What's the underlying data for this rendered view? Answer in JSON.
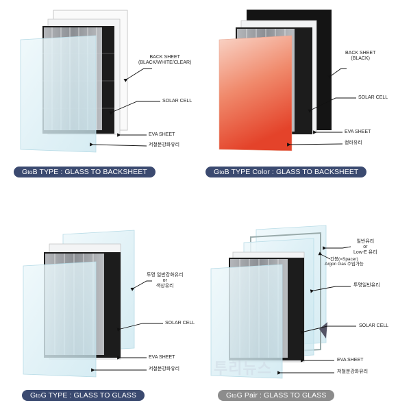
{
  "panels": [
    {
      "id": "gtob",
      "title_prefix": "G",
      "title_small": "to",
      "title_rest": "B TYPE : GLASS TO BACKSHEET",
      "labels": {
        "back_sheet": "BACK SHEET",
        "back_sheet_sub": "(BLACK/WHITE/CLEAR)",
        "solar_cell": "SOLAR CELL",
        "eva_sheet": "EVA SHEET",
        "glass": "저철분강화유리"
      }
    },
    {
      "id": "gtob-color",
      "title_prefix": "G",
      "title_small": "to",
      "title_rest": "B TYPE Color : GLASS TO BACKSHEET",
      "labels": {
        "back_sheet": "BACK SHEET",
        "back_sheet_sub": "(BLACK)",
        "solar_cell": "SOLAR CELL",
        "eva_sheet": "EVA SHEET",
        "glass": "컬러유리"
      }
    },
    {
      "id": "gtog",
      "title_prefix": "G",
      "title_small": "to",
      "title_rest": "G TYPE : GLASS TO GLASS",
      "labels": {
        "rear_glass_1": "투명 일반강화유리",
        "rear_glass_or": "or",
        "rear_glass_2": "색상유리",
        "solar_cell": "SOLAR CELL",
        "eva_sheet": "EVA SHEET",
        "glass": "저철분강화유리"
      }
    },
    {
      "id": "gtog-pair",
      "title_prefix": "G",
      "title_small": "to",
      "title_rest": "G Pair : GLASS TO GLASS",
      "labels": {
        "outer_glass_1": "일반유리",
        "outer_glass_or": "or",
        "outer_glass_2": "Low-E 유리",
        "spacer_1": "간봉(=Spacer)",
        "spacer_2": "Argon Gas 주입가능",
        "clear_glass": "투명일반유리",
        "solar_cell": "SOLAR CELL",
        "eva_sheet": "EVA SHEET",
        "glass": "저철분강화유리"
      }
    }
  ],
  "watermark": "투리뉴스",
  "colors": {
    "pill_navy": "#3b4a70",
    "pill_gray": "#8c8c8c",
    "color_glass_top": "#f7c7b8",
    "color_glass_bottom": "#e4482b",
    "cell_dark": "#1c1c1c",
    "glass_tint": "#dff0f6"
  }
}
